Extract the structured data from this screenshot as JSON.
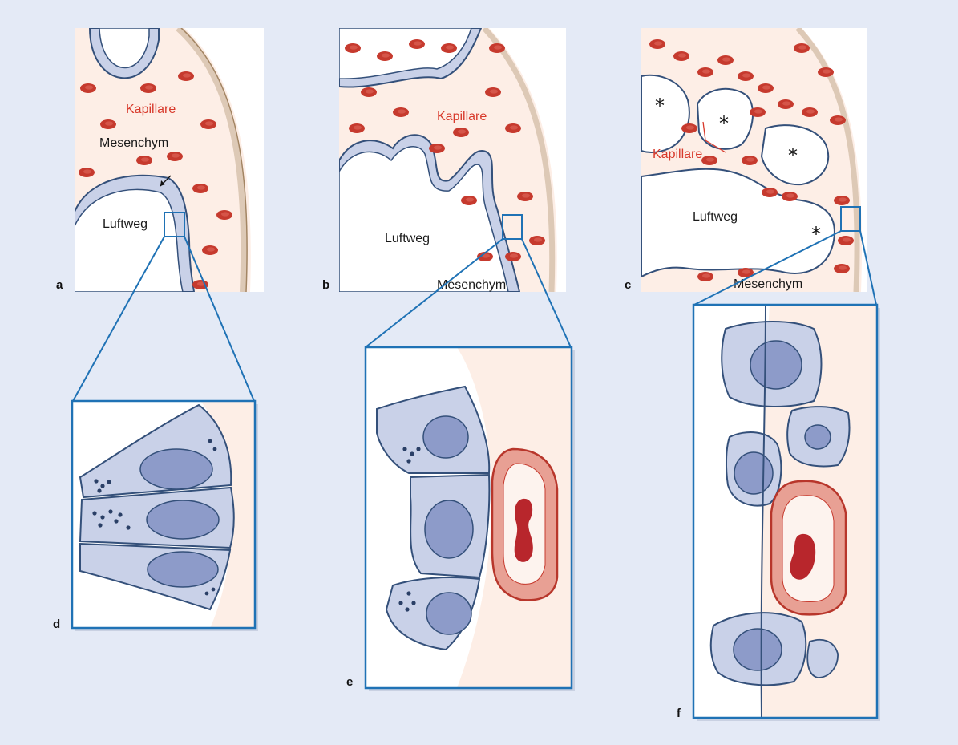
{
  "colors": {
    "background": "#e4eaf6",
    "mesenchyme": "#fdeee6",
    "epithelium_fill": "#c9d1e8",
    "epithelium_line": "#34507a",
    "nucleus": "#8d9bc9",
    "capillary": "#c63a2e",
    "frame_blue": "#1f72b5",
    "pleura": "#b59c7d",
    "label_red": "#d8392b"
  },
  "panels": {
    "a": {
      "letter": "a",
      "kapillare": "Kapillare",
      "mesenchym": "Mesenchym",
      "luftweg": "Luftweg"
    },
    "b": {
      "letter": "b",
      "kapillare": "Kapillare",
      "luftweg": "Luftweg",
      "mesenchym": "Mesenchym"
    },
    "c": {
      "letter": "c",
      "kapillare": "Kapillare",
      "luftweg": "Luftweg",
      "mesenchym": "Mesenchym",
      "asterisk": "*"
    },
    "d": {
      "letter": "d"
    },
    "e": {
      "letter": "e"
    },
    "f": {
      "letter": "f"
    }
  }
}
